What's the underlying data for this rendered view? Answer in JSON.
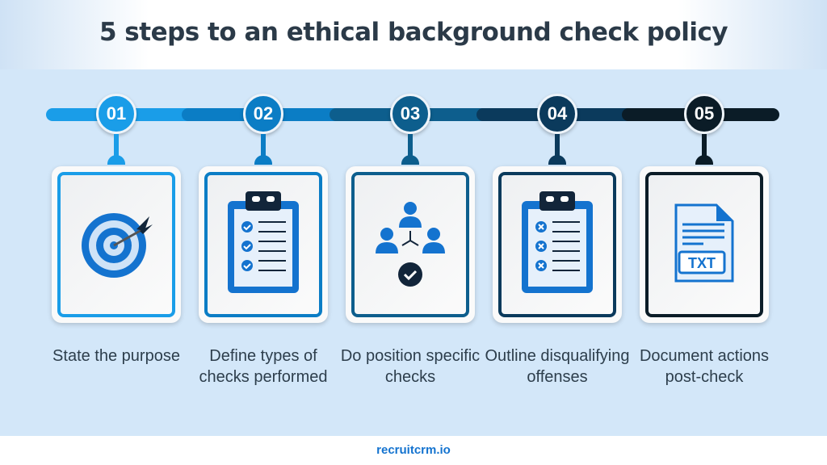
{
  "title": "5 steps to an ethical background check policy",
  "footer": "recruitcrm.io",
  "steps": [
    {
      "number": "01",
      "label": "State the purpose",
      "icon": "target-icon",
      "color": "#1a9de8"
    },
    {
      "number": "02",
      "label": "Define types of checks performed",
      "icon": "checklist-icon",
      "color": "#0b7dc5"
    },
    {
      "number": "03",
      "label": "Do position specific checks",
      "icon": "team-check-icon",
      "color": "#0d5e8d"
    },
    {
      "number": "04",
      "label": "Outline disqualifying offenses",
      "icon": "disqualify-list-icon",
      "color": "#0b3a5c"
    },
    {
      "number": "05",
      "label": "Document actions post-check",
      "icon": "txt-document-icon",
      "color": "#0b1c27"
    }
  ],
  "txt_label": "TXT"
}
